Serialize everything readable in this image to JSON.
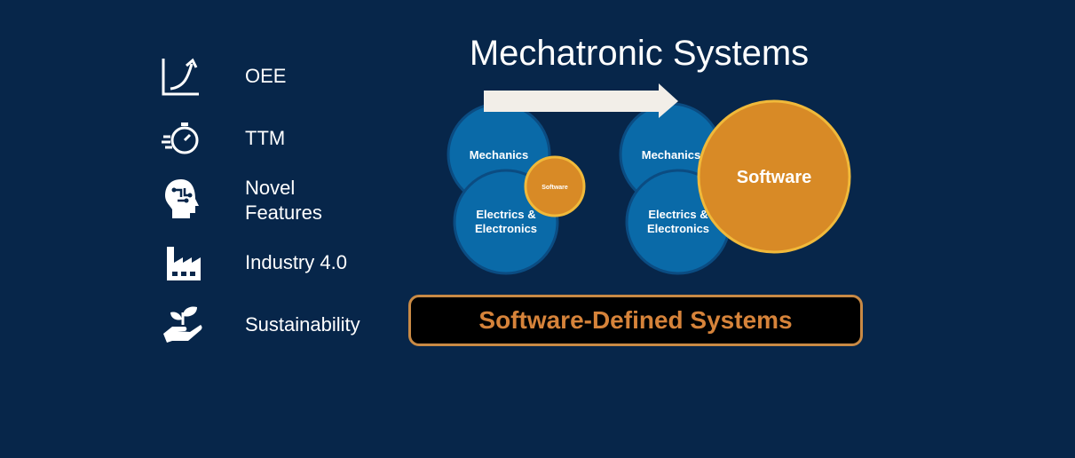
{
  "drivers": [
    {
      "label": "OEE",
      "icon": "growth-chart-icon"
    },
    {
      "label": "TTM",
      "icon": "stopwatch-icon"
    },
    {
      "label_line1": "Novel",
      "label_line2": "Features",
      "icon": "head-circuit-icon"
    },
    {
      "label": "Industry 4.0",
      "icon": "factory-icon"
    },
    {
      "label": "Sustainability",
      "icon": "hand-plant-icon"
    }
  ],
  "title": "Mechatronic Systems",
  "before": {
    "mechanics": "Mechanics",
    "electrics_line1": "Electrics &",
    "electrics_line2": "Electronics",
    "software": "Software"
  },
  "after": {
    "mechanics": "Mechanics",
    "electrics_line1": "Electrics &",
    "electrics_line2": "Electronics",
    "software": "Software"
  },
  "banner": "Software-Defined Systems",
  "colors": {
    "background": "#07264a",
    "blue_circle": "#0a6aa8",
    "blue_border": "#0b4c82",
    "orange_circle": "#d88a26",
    "orange_border": "#f0b93a",
    "banner_text": "#d6833a",
    "banner_border": "#c98a45",
    "arrow": "#f2eee8"
  }
}
